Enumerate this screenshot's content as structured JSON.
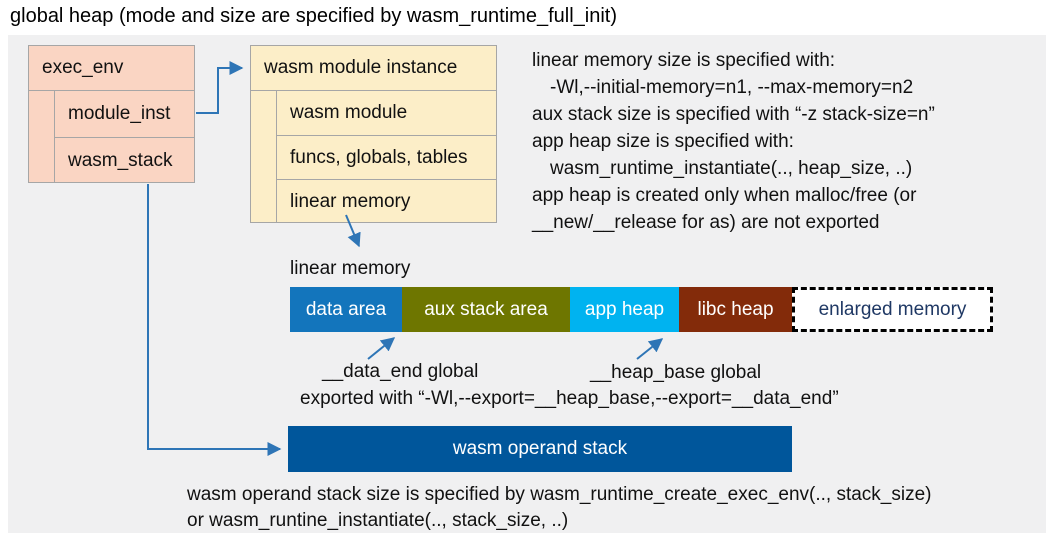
{
  "title": "global heap (mode and size are specified by wasm_runtime_full_init)",
  "exec_env": {
    "header": "exec_env",
    "fields": [
      "module_inst",
      "wasm_stack"
    ]
  },
  "module_instance": {
    "header": "wasm module instance",
    "fields": [
      "wasm module",
      "funcs, globals, tables",
      "linear memory"
    ]
  },
  "memory_info": {
    "lines": [
      "linear memory size is specified with:",
      "-Wl,--initial-memory=n1, --max-memory=n2",
      "aux stack size is specified with “-z stack-size=n”",
      "app heap size is specified with:",
      "wasm_runtime_instantiate(.., heap_size, ..)",
      "app heap is created only when malloc/free (or",
      "__new/__release for as) are not exported"
    ]
  },
  "linear_memory": {
    "label": "linear memory",
    "segments": [
      {
        "label": "data area",
        "color": "#1375BC"
      },
      {
        "label": "aux stack area",
        "color": "#6E7600"
      },
      {
        "label": "app heap",
        "color": "#00B3F0"
      },
      {
        "label": "libc heap",
        "color": "#832B0A"
      },
      {
        "label": "enlarged memory",
        "color": "#FFFFFF",
        "text_color": "#1F3864",
        "border": "dashed"
      }
    ]
  },
  "annotations": {
    "data_end_global": "__data_end global",
    "heap_base_global": "__heap_base global",
    "exported": "exported with “-Wl,--export=__heap_base,--export=__data_end”"
  },
  "operand_stack": {
    "label": "wasm operand stack",
    "note_line1": "wasm operand stack size is specified by wasm_runtime_create_exec_env(.., stack_size)",
    "note_line2": "or wasm_runtine_instantiate(.., stack_size, ..)"
  },
  "colors": {
    "panel_background": "#F0F0F1",
    "exec_env_fill": "#FAD5C3",
    "module_instance_fill": "#FCEEC8",
    "box_border": "#A6A6A6",
    "arrow_blue": "#2E75B6",
    "operand_stack_fill": "#00569B",
    "enlarged_memory_text": "#1F3864"
  }
}
